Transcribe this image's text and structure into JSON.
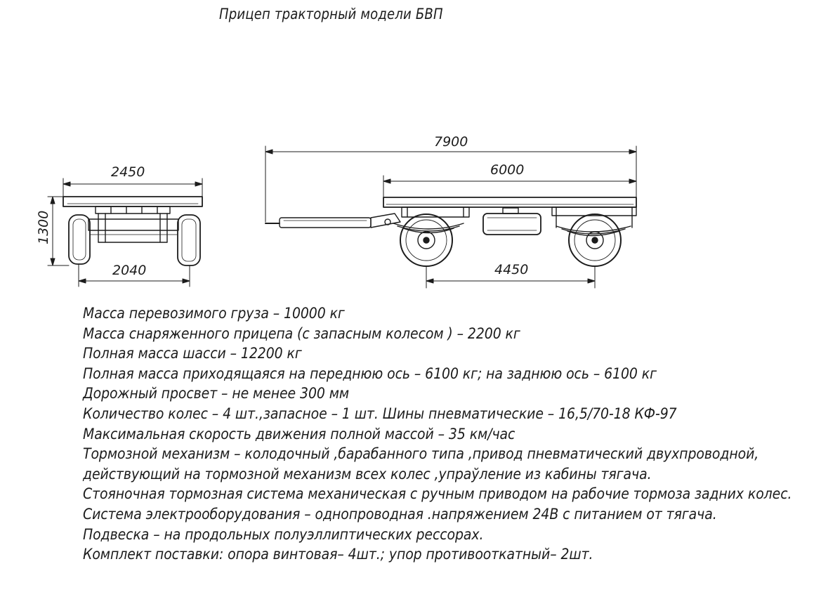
{
  "title": "Прицеп тракторный модели БВП",
  "dimensions": {
    "front_width": "2450",
    "height": "1300",
    "track": "2040",
    "overall_length": "7900",
    "platform_length": "6000",
    "wheelbase": "4450"
  },
  "specs": [
    "Масса перевозимого груза – 10000 кг",
    "Масса снаряженного прицепа (с запасным колесом ) – 2200 кг",
    "Полная масса шасси – 12200 кг",
    "Полная масса приходящаяся на переднюю ось – 6100 кг; на заднюю ось    – 6100 кг",
    "Дорожный просвет – не менее 300 мм",
    "Количество колес – 4 шт.,запасное – 1 шт. Шины пневматические – 16,5/70-18 КФ-97",
    "Максимальная скорость движения полной массой – 35 км/час",
    "Тормозной механизм – колодочный ,барабанного типа ,привод пневматический двухпроводной,",
    "действующий на тормозной механизм всех колес ,упраўление из кабины тягача.",
    "Стояночная тормозная система механическая с ручным приводом на рабочие тормоза задних колес.",
    "Система электрооборудования – однопроводная .напряжением 24В с питанием от тягача.",
    "Подвеска – на продольных полуэллиптических рессорах.",
    "Комплект поставки: опора винтовая– 4шт.; упор противооткатный– 2шт."
  ]
}
